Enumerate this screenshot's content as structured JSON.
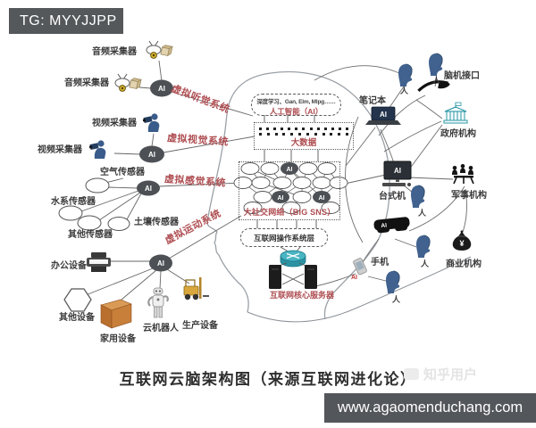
{
  "watermarks": {
    "tg": "TG: MYYJJPP",
    "zhihu": "知乎用户",
    "site": "www.agaomenduchang.com"
  },
  "caption": "互联网云脑架构图（来源互联网进化论）",
  "colors": {
    "accent_red": "#ae4c50",
    "ai_node_dark": "#4d5156",
    "teal": "#2f9aa8",
    "person_blue": "#41628f",
    "bar_bg": "#54575b"
  },
  "labels": {
    "audio1": "音频采集器",
    "audio2": "音频采集器",
    "video1": "视频采集器",
    "video2": "视频采集器",
    "air": "空气传感器",
    "water": "水系传感器",
    "soil": "土壤传感器",
    "other_sensor": "其他传感器",
    "office": "办公设备",
    "other_device": "其他设备",
    "home": "家用设备",
    "robot": "云机器人",
    "production": "生产设备",
    "sys_hearing": "虚拟听觉系统",
    "sys_vision": "虚拟视觉系统",
    "sys_sense": "虚拟感觉系统",
    "sys_motion": "虚拟运动系统",
    "deep_learning": "深度学习、Gan, Elm, Mlpg……",
    "ai_layer": "人工智能（AI）",
    "bigdata": "大数据",
    "sns": "大社交网络（BIG SNS）",
    "os_layer": "互联网操作系统层",
    "core_server": "互联网核心服务器",
    "person": "人",
    "bci": "脑机接口",
    "laptop": "笔记本",
    "gov": "政府机构",
    "desktop": "台式机",
    "military": "军事机构",
    "phone": "手机",
    "business": "商业机构",
    "ai": "AI",
    "yen": "¥"
  }
}
